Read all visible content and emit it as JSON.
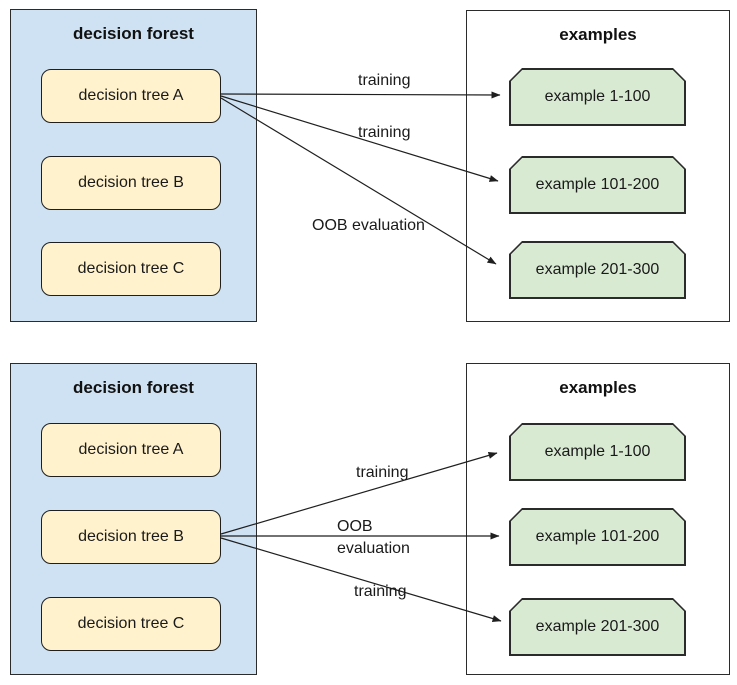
{
  "colors": {
    "forest_fill": "#cfe2f3",
    "tree_fill": "#fff2cc",
    "example_fill": "#d9ead3",
    "examples_panel_fill": "#ffffff",
    "stroke": "#1f1f1f"
  },
  "diagrams": [
    {
      "forest": {
        "title": "decision forest",
        "trees": [
          "decision tree A",
          "decision tree B",
          "decision tree C"
        ]
      },
      "examples": {
        "title": "examples",
        "items": [
          "example 1-100",
          "example 101-200",
          "example 201-300"
        ]
      },
      "arrows": [
        {
          "from": "decision tree A",
          "to": "example 1-100",
          "label": "training"
        },
        {
          "from": "decision tree A",
          "to": "example 101-200",
          "label": "training"
        },
        {
          "from": "decision tree A",
          "to": "example 201-300",
          "label": "OOB evaluation"
        }
      ]
    },
    {
      "forest": {
        "title": "decision forest",
        "trees": [
          "decision tree A",
          "decision tree B",
          "decision tree C"
        ]
      },
      "examples": {
        "title": "examples",
        "items": [
          "example 1-100",
          "example 101-200",
          "example 201-300"
        ]
      },
      "arrows": [
        {
          "from": "decision tree B",
          "to": "example 1-100",
          "label": "training"
        },
        {
          "from": "decision tree B",
          "to": "example 101-200",
          "label": "OOB evaluation"
        },
        {
          "from": "decision tree B",
          "to": "example 201-300",
          "label": "training"
        }
      ]
    }
  ]
}
